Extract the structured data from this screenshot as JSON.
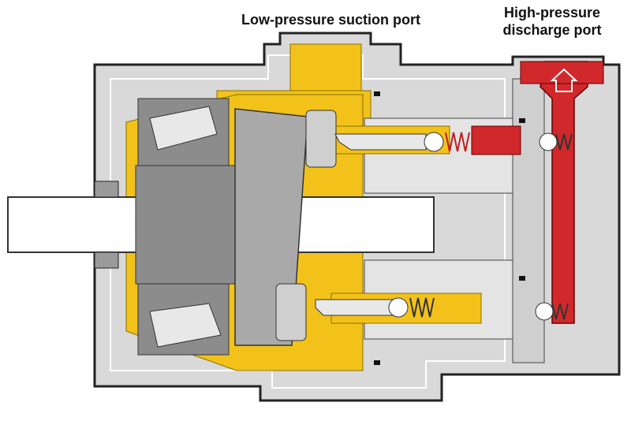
{
  "labels": {
    "suction_port": "Low-pressure suction port",
    "discharge_port_line1": "High-pressure",
    "discharge_port_line2": "discharge port"
  },
  "colors": {
    "housing": "#d9d9d9",
    "housing_stroke": "#222222",
    "low_pressure_oil": "#f2c21b",
    "high_pressure_oil": "#d0282b",
    "bearing_dark": "#8c8c8c",
    "bearing_light": "#cfcfcf",
    "swash_plate": "#a9a9a9",
    "shaft": "#ffffff"
  }
}
